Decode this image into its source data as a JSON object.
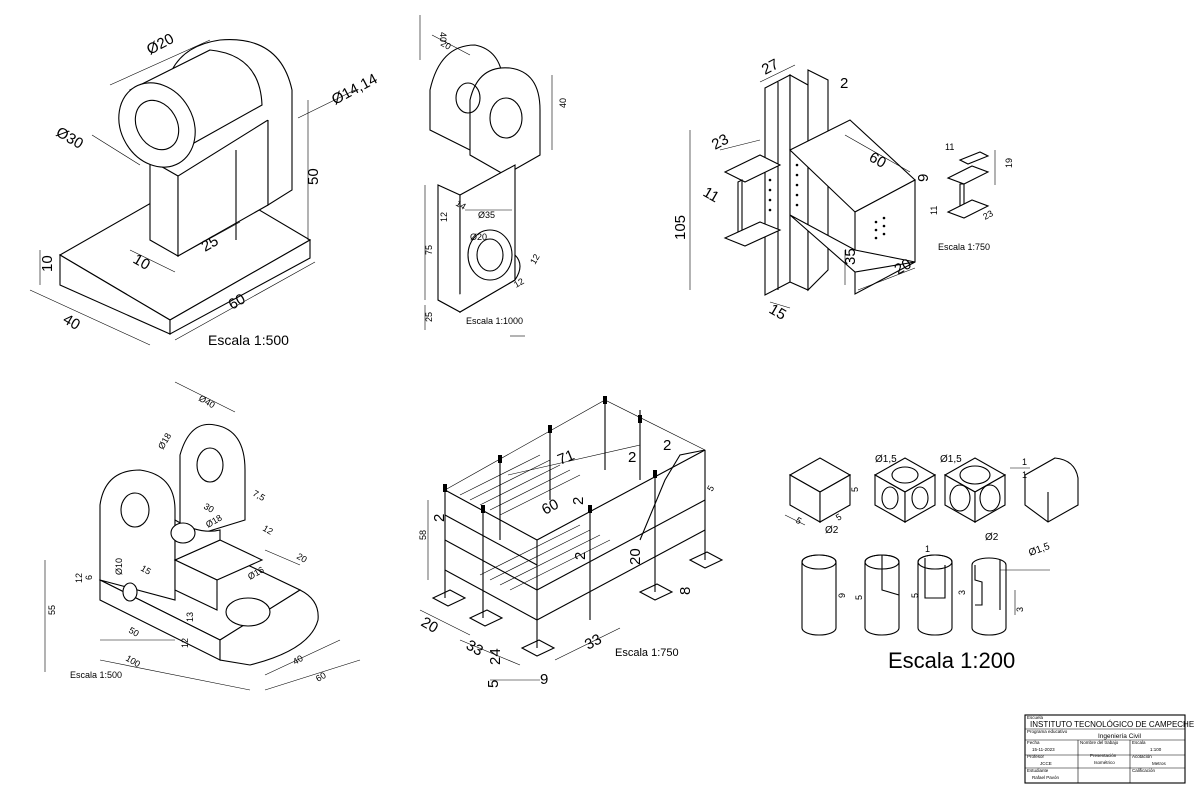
{
  "drawings": {
    "pillow_block": {
      "dims": [
        "Ø20",
        "Ø30",
        "Ø14,14",
        "50",
        "10",
        "10",
        "25",
        "60",
        "40"
      ],
      "scale": "Escala 1:500"
    },
    "clevis_bracket": {
      "dims": [
        "40",
        "20",
        "14",
        "40",
        "12",
        "Ø35",
        "Ø20",
        "75",
        "12",
        "12",
        "25"
      ],
      "scale": "Escala 1:1000"
    },
    "steel_connection": {
      "dims": [
        "27",
        "2",
        "23",
        "60",
        "9",
        "11",
        "105",
        "35",
        "20",
        "15",
        "11",
        "19",
        "11",
        "23"
      ],
      "scale": "Escala 1:750"
    },
    "double_lug_bracket": {
      "dims": [
        "Ø40",
        "Ø18",
        "30",
        "7,5",
        "Ø18",
        "12",
        "20",
        "Ø10",
        "15",
        "12",
        "6",
        "Ø16",
        "55",
        "50",
        "12",
        "13",
        "100",
        "40",
        "60"
      ],
      "scale": "Escala 1:500"
    },
    "steel_frame": {
      "dims": [
        "71",
        "2",
        "2",
        "5",
        "60",
        "2",
        "2",
        "58",
        "2",
        "20",
        "20",
        "33",
        "24",
        "33",
        "8",
        "5",
        "9"
      ],
      "scale": "Escala 1:750"
    },
    "cube_cylinder_set": {
      "dims": [
        "5",
        "5",
        "5",
        "Ø2",
        "Ø1,5",
        "Ø1,5",
        "1",
        "1",
        "9",
        "5",
        "1",
        "5",
        "Ø2",
        "Ø1,5",
        "3",
        "3"
      ],
      "scale": "Escala 1:200"
    }
  },
  "title_block": {
    "school_label": "Escuela",
    "school": "INSTITUTO TECNOLÓGICO DE CAMPECHE",
    "program_label": "Programa educativo",
    "program": "Ingeniería Civil",
    "date_label": "Fecha",
    "date": "15-11-2023",
    "work_label": "Nombre del trabajo",
    "work_line1": "Presentación",
    "work_line2": "Isométrico",
    "scale_label": "Escala",
    "scale": "1:100",
    "professor_label": "Profesor",
    "professor": "JCCE",
    "units_label": "Acotación",
    "units": "Metros",
    "student_label": "Estudiante",
    "student": "Rafael Pavón",
    "grade_label": "Calificación",
    "grade": ""
  }
}
